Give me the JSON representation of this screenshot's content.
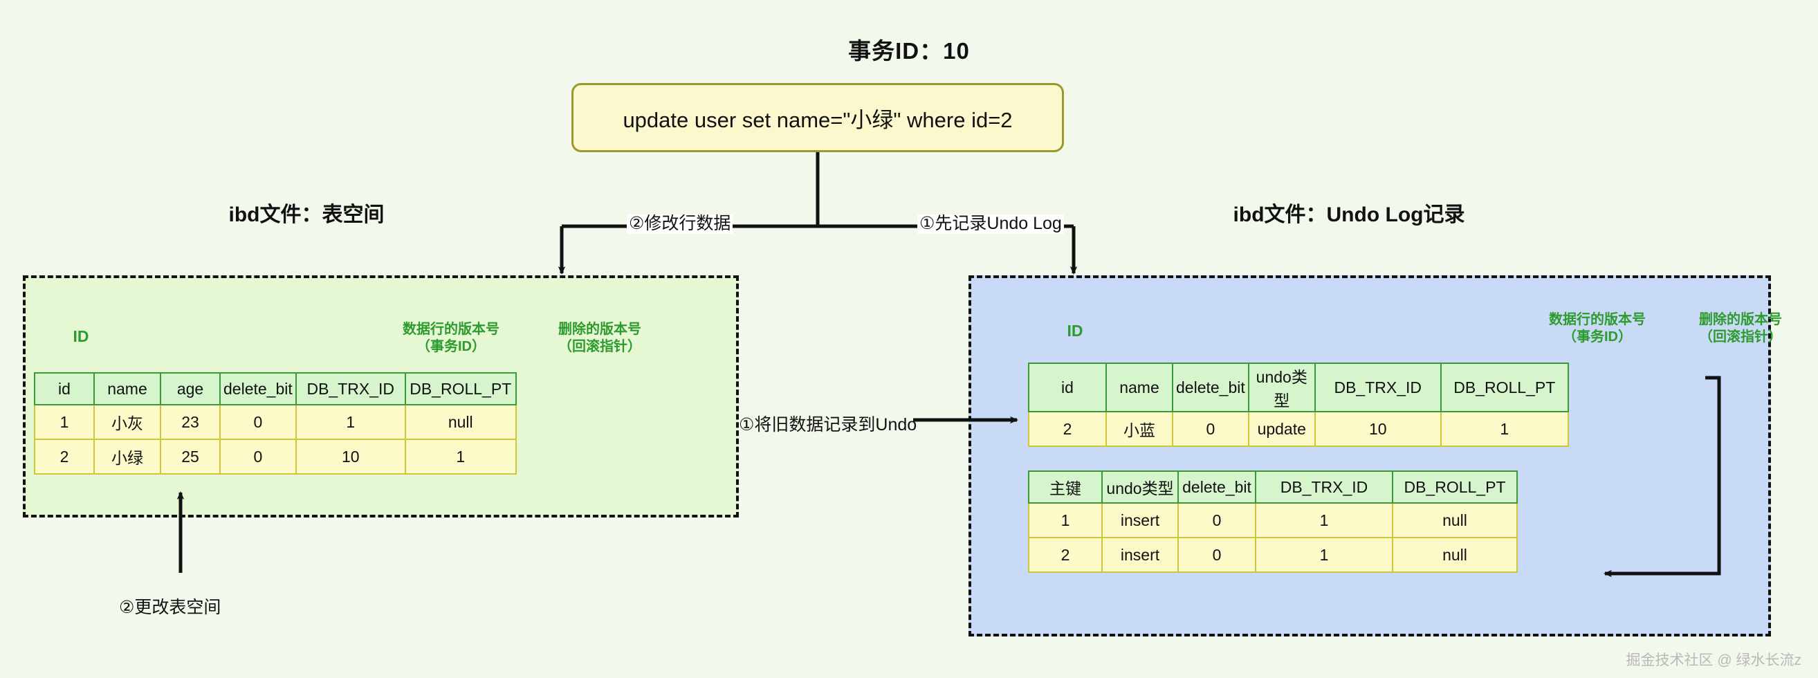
{
  "diagram": {
    "transaction_title": "事务ID：10",
    "sql_statement": "update user set name=\"小绿\" where id=2",
    "watermark": "掘金技术社区 @ 绿水长流z"
  },
  "sections": {
    "left_caption": "ibd文件：表空间",
    "right_caption": "ibd文件：Undo Log记录"
  },
  "flow_labels": {
    "modify_row": "②修改行数据",
    "record_undo_log": "①先记录Undo Log",
    "old_data_to_undo": "①将旧数据记录到Undo",
    "change_tablespace": "②更改表空间"
  },
  "group_headers": {
    "id": "ID",
    "row_version_line1": "数据行的版本号",
    "row_version_line2": "（事务ID）",
    "delete_version_line1": "删除的版本号",
    "delete_version_line2": "（回滚指针）"
  },
  "tablespace_table": {
    "columns": [
      "id",
      "name",
      "age",
      "delete_bit",
      "DB_TRX_ID",
      "DB_ROLL_PT"
    ],
    "rows": [
      [
        "1",
        "小灰",
        "23",
        "0",
        "1",
        "null"
      ],
      [
        "2",
        "小绿",
        "25",
        "0",
        "10",
        "1"
      ]
    ],
    "highlight_cell": {
      "row": 1,
      "col": 1,
      "color": "#f6d2da"
    }
  },
  "undo_current_table": {
    "columns": [
      "id",
      "name",
      "delete_bit",
      "undo类型",
      "DB_TRX_ID",
      "DB_ROLL_PT"
    ],
    "rows": [
      [
        "2",
        "小蓝",
        "0",
        "update",
        "10",
        "1"
      ]
    ],
    "highlight_column": 1,
    "highlight_color": "#f6d2da"
  },
  "undo_history_table": {
    "columns": [
      "主键",
      "undo类型",
      "delete_bit",
      "DB_TRX_ID",
      "DB_ROLL_PT"
    ],
    "rows": [
      [
        "1",
        "insert",
        "0",
        "1",
        "null"
      ],
      [
        "2",
        "insert",
        "0",
        "1",
        "null"
      ]
    ]
  },
  "colors": {
    "page_background": "#f2f8ec",
    "tablespace_fill": "#e6f7d4",
    "undolog_fill": "#c8daf5",
    "sql_box_fill": "#fbf8cd",
    "sql_box_border": "#9a9a2a",
    "table_header_fill": "#d6f5cd",
    "table_header_border": "#3a9a34",
    "table_cell_fill": "#fcfac8",
    "table_cell_border": "#cfc63c",
    "group_label_text": "#2e9b2e",
    "highlight_pink": "#f6d2da"
  }
}
